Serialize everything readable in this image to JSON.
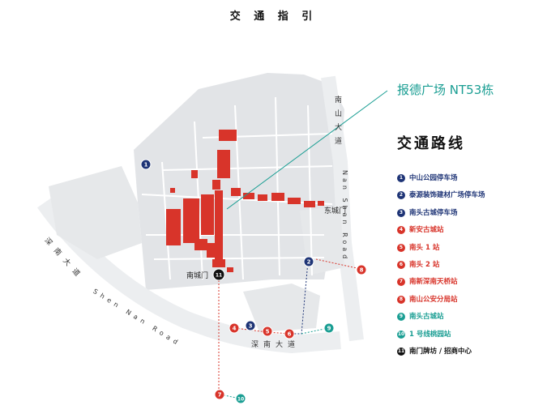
{
  "title": "交 通 指 引",
  "callout_label": "报德广场 NT53栋",
  "legend_title": "交通路线",
  "colors": {
    "navy": "#1e3476",
    "red": "#d8342a",
    "teal": "#1a9e93",
    "black": "#111111",
    "map": "#e2e4e7"
  },
  "legend": [
    {
      "num": "1",
      "label": "中山公园停车场",
      "color": "#1e3476"
    },
    {
      "num": "2",
      "label": "泰源装饰建材广场停车场",
      "color": "#1e3476"
    },
    {
      "num": "3",
      "label": "南头古城停车场",
      "color": "#1e3476"
    },
    {
      "num": "4",
      "label": "新安古城站",
      "color": "#d8342a"
    },
    {
      "num": "5",
      "label": "南头 1 站",
      "color": "#d8342a"
    },
    {
      "num": "6",
      "label": "南头 2 站",
      "color": "#d8342a"
    },
    {
      "num": "7",
      "label": "南新深南天桥站",
      "color": "#d8342a"
    },
    {
      "num": "8",
      "label": "南山公安分局站",
      "color": "#d8342a"
    },
    {
      "num": "9",
      "label": "南头古城站",
      "color": "#1a9e93"
    },
    {
      "num": "10",
      "label": "1 号线桃园站",
      "color": "#1a9e93"
    },
    {
      "num": "11",
      "label": "南门牌坊 / 招商中心",
      "color": "#111111"
    }
  ],
  "map_labels": {
    "east_gate": "东城门",
    "south_gate": "南城门"
  },
  "roads": {
    "nanshan_cn": "南山大道",
    "nanshan_en": "Nan Shan Road",
    "shennan_cn_west": "深南大道",
    "shennan_en": "Shen Nan Road",
    "shennan_cn_east": "深南大道"
  },
  "markers": [
    {
      "num": "1",
      "color": "#1e3476"
    },
    {
      "num": "2",
      "color": "#1e3476"
    },
    {
      "num": "3",
      "color": "#1e3476"
    },
    {
      "num": "4",
      "color": "#d8342a"
    },
    {
      "num": "5",
      "color": "#d8342a"
    },
    {
      "num": "6",
      "color": "#d8342a"
    },
    {
      "num": "7",
      "color": "#d8342a"
    },
    {
      "num": "8",
      "color": "#d8342a"
    },
    {
      "num": "9",
      "color": "#1a9e93"
    },
    {
      "num": "10",
      "color": "#1a9e93"
    },
    {
      "num": "11",
      "color": "#111111"
    }
  ]
}
